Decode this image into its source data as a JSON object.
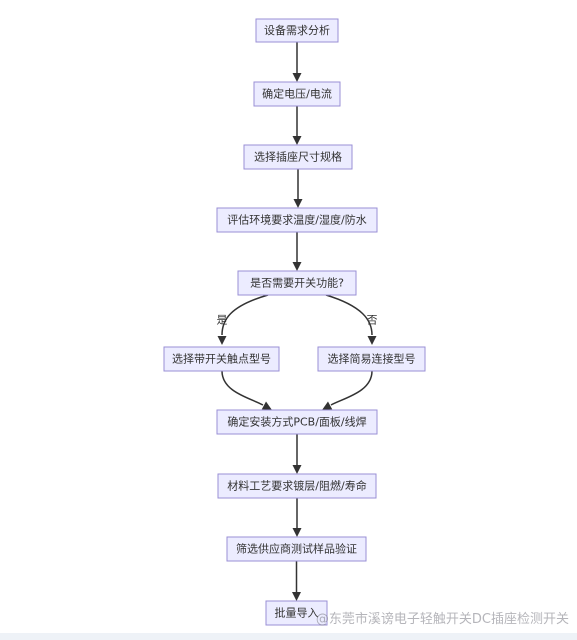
{
  "diagram": {
    "nodes": [
      {
        "id": "n1",
        "label": "设备需求分析"
      },
      {
        "id": "n2",
        "label": "确定电压/电流"
      },
      {
        "id": "n3",
        "label": "选择插座尺寸规格"
      },
      {
        "id": "n4",
        "label": "评估环境要求温度/湿度/防水"
      },
      {
        "id": "n5",
        "label": "是否需要开关功能?"
      },
      {
        "id": "n6",
        "label": "选择带开关触点型号"
      },
      {
        "id": "n7",
        "label": "选择简易连接型号"
      },
      {
        "id": "n8",
        "label": "确定安装方式PCB/面板/线焊"
      },
      {
        "id": "n9",
        "label": "材料工艺要求镀层/阻燃/寿命"
      },
      {
        "id": "n10",
        "label": "筛选供应商测试样品验证"
      },
      {
        "id": "n11",
        "label": "批量导入"
      }
    ],
    "edges": [
      {
        "from": "n1",
        "to": "n2",
        "label": ""
      },
      {
        "from": "n2",
        "to": "n3",
        "label": ""
      },
      {
        "from": "n3",
        "to": "n4",
        "label": ""
      },
      {
        "from": "n4",
        "to": "n5",
        "label": ""
      },
      {
        "from": "n5",
        "to": "n6",
        "label": "是"
      },
      {
        "from": "n5",
        "to": "n7",
        "label": "否"
      },
      {
        "from": "n6",
        "to": "n8",
        "label": ""
      },
      {
        "from": "n7",
        "to": "n8",
        "label": ""
      },
      {
        "from": "n8",
        "to": "n9",
        "label": ""
      },
      {
        "from": "n9",
        "to": "n10",
        "label": ""
      },
      {
        "from": "n10",
        "to": "n11",
        "label": ""
      }
    ]
  },
  "colors": {
    "node_fill": "#ececff",
    "node_border": "#9a8fd6",
    "edge": "#333333",
    "text": "#333333"
  },
  "watermark": "@东莞市溪谤电子轻触开关DC插座检测开关"
}
